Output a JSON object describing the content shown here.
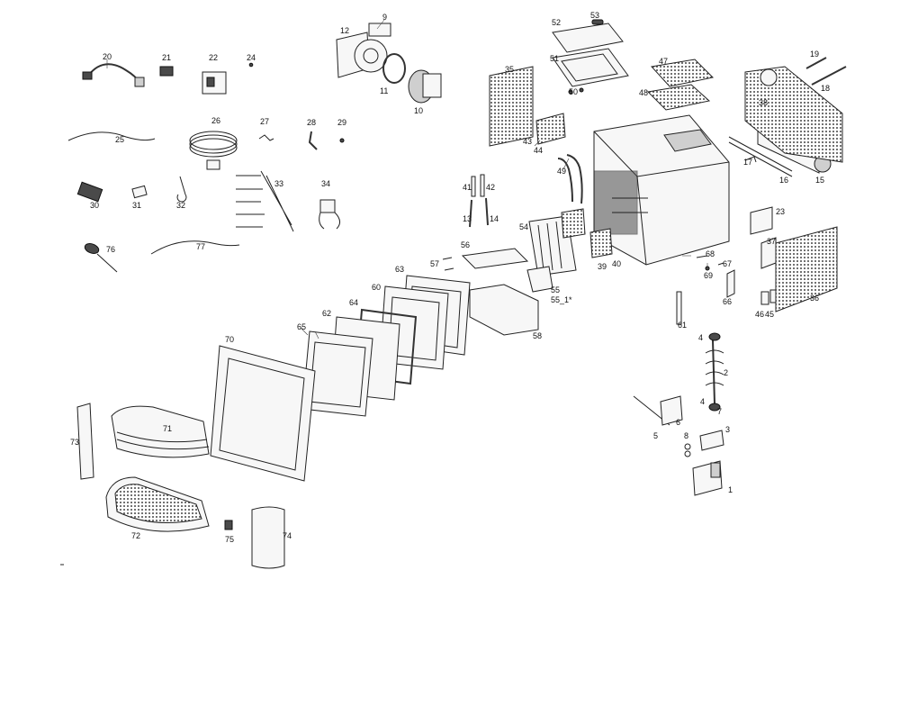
{
  "labels": {
    "l1": "1",
    "l2": "2",
    "l3": "3",
    "l4a": "4",
    "l4b": "4",
    "l5": "5",
    "l6": "6",
    "l7": "7",
    "l8": "8",
    "l9": "9",
    "l10": "10",
    "l11": "11",
    "l12": "12",
    "l13": "13",
    "l14": "14",
    "l15": "15",
    "l16": "16",
    "l17": "17",
    "l18": "18",
    "l19": "19",
    "l20": "20",
    "l21": "21",
    "l22": "22",
    "l23": "23",
    "l24": "24",
    "l25": "25",
    "l26": "26",
    "l27": "27",
    "l28": "28",
    "l29": "29",
    "l30": "30",
    "l31": "31",
    "l32": "32",
    "l33": "33",
    "l34": "34",
    "l35": "35",
    "l36": "36",
    "l37": "37",
    "l38": "38",
    "l39": "39",
    "l40": "40",
    "l41": "41",
    "l42": "42",
    "l43": "43",
    "l44": "44",
    "l45": "45",
    "l46": "46",
    "l47": "47",
    "l48": "48",
    "l49": "49",
    "l50": "50",
    "l51": "51",
    "l52": "52",
    "l53": "53",
    "l54": "54",
    "l55": "55",
    "l55b": "55_1*",
    "l56": "56",
    "l57": "57",
    "l58": "58",
    "l60": "60",
    "l61": "61",
    "l62": "62",
    "l63": "63",
    "l64": "64",
    "l65": "65",
    "l66": "66",
    "l67": "67",
    "l68": "68",
    "l69": "69",
    "l70": "70",
    "l71": "71",
    "l72": "72",
    "l73": "73",
    "l74": "74",
    "l75": "75",
    "l76": "76",
    "l77": "77"
  }
}
